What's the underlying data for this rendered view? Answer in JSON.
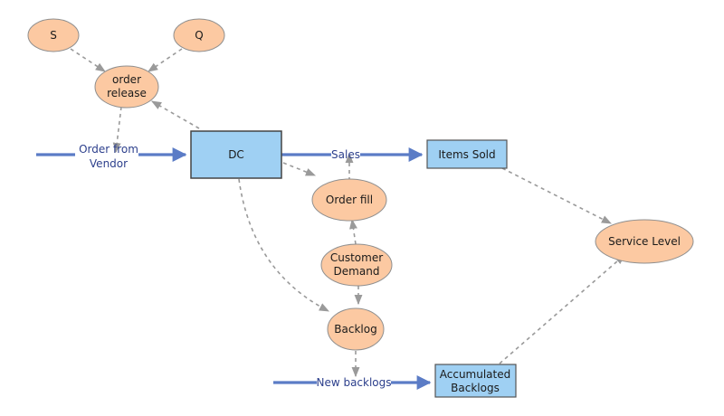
{
  "diagram": {
    "stocks": {
      "dc": "DC",
      "items_sold": "Items Sold",
      "accumulated_backlogs_line1": "Accumulated",
      "accumulated_backlogs_line2": "Backlogs"
    },
    "auxiliaries": {
      "s": "S",
      "q": "Q",
      "order_release_line1": "order",
      "order_release_line2": "release",
      "order_fill": "Order fill",
      "customer_demand_line1": "Customer",
      "customer_demand_line2": "Demand",
      "backlog": "Backlog",
      "service_level": "Service Level"
    },
    "flows": {
      "order_from_vendor_line1": "Order from",
      "order_from_vendor_line2": "Vendor",
      "sales": "Sales",
      "new_backlogs": "New backlogs"
    }
  },
  "colors": {
    "stock_fill": "#9fd0f3",
    "auxiliary_fill": "#fcc9a2",
    "flow_stroke": "#5b7cc6",
    "link_stroke": "#9a9a9a",
    "flow_text": "#2c3f8c"
  }
}
